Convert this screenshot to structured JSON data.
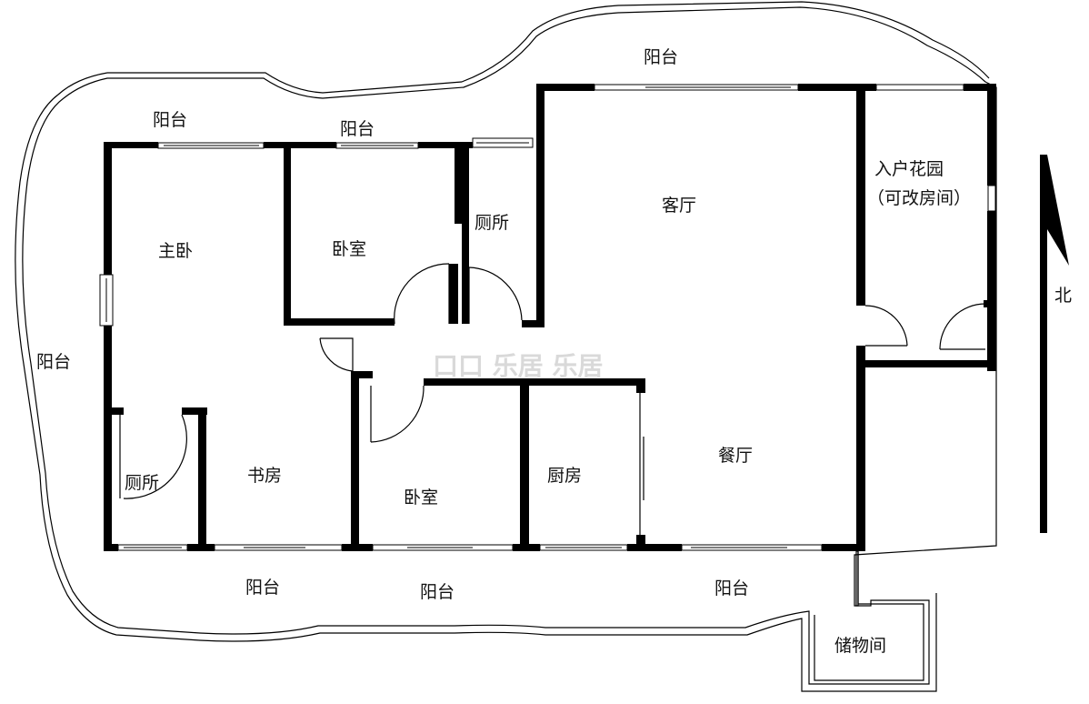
{
  "rooms": {
    "balcony_top": "阳台",
    "balcony_top_left": "阳台",
    "balcony_top_mid": "阳台",
    "balcony_left": "阳台",
    "balcony_bottom_left": "阳台",
    "balcony_bottom_mid": "阳台",
    "balcony_bottom_right": "阳台",
    "master_bedroom": "主卧",
    "bedroom_top": "卧室",
    "bedroom_bottom": "卧室",
    "toilet_top": "厕所",
    "toilet_bottom": "厕所",
    "study": "书房",
    "kitchen": "厨房",
    "living_room": "客厅",
    "dining_room": "餐厅",
    "entry_garden_line1": "入户花园",
    "entry_garden_line2": "（可改房间）",
    "storage": "储物间"
  },
  "compass": {
    "label": "北"
  },
  "watermark": {
    "text": "口口 乐居 乐居"
  }
}
